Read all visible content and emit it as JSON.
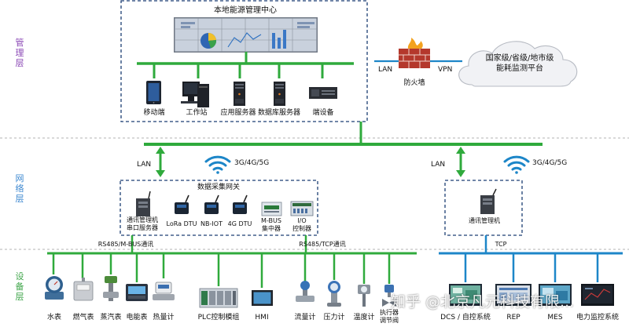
{
  "layers": {
    "management": "管理层",
    "network": "网络层",
    "device": "设备层"
  },
  "colors": {
    "green": "#2faa3c",
    "blue": "#1d86c8",
    "dash": "#1c3f73",
    "layer_management": "#8a47b5",
    "layer_network": "#3d88d0",
    "layer_device": "#3fa54a"
  },
  "management": {
    "center_title": "本地能源管理中心",
    "devices": [
      {
        "label": "移动端",
        "icon": "tablet-icon"
      },
      {
        "label": "工作站",
        "icon": "workstation-icon"
      },
      {
        "label": "应用服务器",
        "icon": "server-icon"
      },
      {
        "label": "数据库服务器",
        "icon": "server-icon"
      },
      {
        "label": "端设备",
        "icon": "rack-device-icon"
      }
    ],
    "lan_label": "LAN",
    "firewall_label": "防火墙",
    "vpn_label": "VPN",
    "cloud_text_line1": "国家级/省级/地市级",
    "cloud_text_line2": "能耗监测平台"
  },
  "network": {
    "left_lan": "LAN",
    "left_wireless": "3G/4G/5G",
    "right_lan": "LAN",
    "right_wireless": "3G/4G/5G",
    "gateway_title": "数据采集网关",
    "gateway_items": [
      {
        "label_line1": "通讯管理机",
        "label_line2": "串口服务器",
        "icon": "comm-manager-icon"
      },
      {
        "label_line1": "LoRa  DTU",
        "label_line2": "",
        "icon": "dtu-icon"
      },
      {
        "label_line1": "NB-IOT",
        "label_line2": "",
        "icon": "dtu-icon"
      },
      {
        "label_line1": "4G  DTU",
        "label_line2": "",
        "icon": "dtu-icon"
      },
      {
        "label_line1": "M-BUS",
        "label_line2": "集中器",
        "icon": "mbus-icon"
      },
      {
        "label_line1": "I/O",
        "label_line2": "控制器",
        "icon": "io-controller-icon"
      }
    ],
    "right_item": "通讯管理机"
  },
  "device": {
    "bus_left": "RS485/M-BUS通讯",
    "bus_mid": "RS485/TCP通讯",
    "bus_right": "TCP",
    "meters": [
      {
        "label": "水表",
        "icon": "water-meter-icon"
      },
      {
        "label": "燃气表",
        "icon": "gas-meter-icon"
      },
      {
        "label": "蒸汽表",
        "icon": "steam-meter-icon"
      },
      {
        "label": "电能表",
        "icon": "power-meter-icon"
      },
      {
        "label": "热量计",
        "icon": "heat-meter-icon"
      }
    ],
    "controls": [
      {
        "label": "PLC控制模组",
        "icon": "plc-icon"
      },
      {
        "label": "HMI",
        "icon": "hmi-icon"
      },
      {
        "label": "流量计",
        "icon": "flowmeter-icon"
      },
      {
        "label": "压力计",
        "icon": "pressure-gauge-icon"
      },
      {
        "label": "温度计",
        "icon": "thermometer-icon"
      },
      {
        "label_line1": "执行器",
        "label_line2": "调节阀",
        "icon": "valve-icon"
      }
    ],
    "systems": [
      {
        "label": "DCS / 自控系统",
        "icon": "screen-icon"
      },
      {
        "label": "REP",
        "icon": "screen-icon"
      },
      {
        "label": "MES",
        "icon": "screen-icon"
      },
      {
        "label": "电力监控系统",
        "icon": "screen-icon"
      }
    ]
  },
  "watermark": "知乎 @北京凡元科技有限..."
}
